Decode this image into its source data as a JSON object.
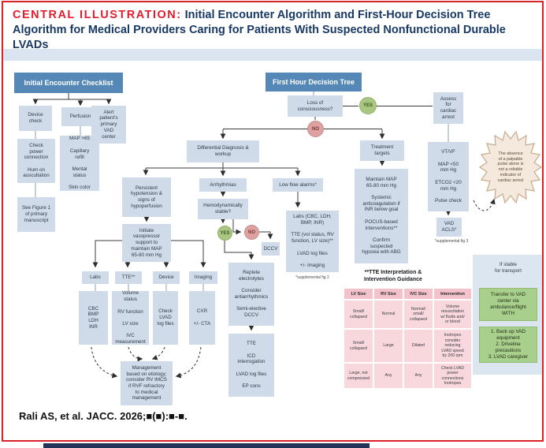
{
  "title": {
    "prefix": "CENTRAL ILLUSTRATION:",
    "text": "Initial Encounter Algorithm and First-Hour Decision Tree Algorithm for Medical Providers Caring for Patients With Suspected Nonfunctional Durable LVADs"
  },
  "checklist": {
    "header": "Initial Encounter Checklist",
    "device": "Device\ncheck",
    "perfusion": "Perfusion",
    "alert": "Alert\npatient's\nprimary\nVAD\ncenter",
    "device_details": "Check\npower\nconnection\n\nHum on\nauscultation",
    "see_figure": "See Figure 1\nof primary\nmanuscript",
    "perfusion_details": "MAP >65\n\nCapillary\nrefill\n\nMental\nstatus\n\nSkin color"
  },
  "decision_tree": {
    "header": "First Hour Decision Tree",
    "loss_of_consciousness": "Loss of\nconsciousness?",
    "yes": "YES",
    "no": "NO",
    "differential": "Differential Diagnosis &\nworkup",
    "treatment_targets": "Treatment\ntargets",
    "treatment_details": "Maintain MAP\n65-80 mm Hg\n\nSystemic\nanticoagulation if\nINR below goal\n\nPOCUS-based\ninterventions**\n\nConfirm\nsuspected\nhypoxia with ABG",
    "assess_arrest": "Assess\nfor\ncardiac\narrest",
    "arrest_details": "VT/VF\n\nMAP <50\nmm Hg\n\nETCO2 <20\nmm Hg\n\nPulse check",
    "vad_acls": "VAD\nACLS*",
    "supplemental3": "*supplemental fig 3",
    "starburst": "The absence\nof a palpable\npulse alone is\nnot a reliable\nindicator of\ncardiac arrest",
    "persistent_hypotension": "Persistent\nhypotension &\nsigns of\nhypoperfusion",
    "arrhythmias": "Arrhythmias",
    "hemo_stable": "Hemodynamically\nstable?",
    "dccv": "DCCV",
    "low_flow": "Low flow alarms*",
    "low_flow_details": "Labs (CBC, LDH,\nBMP, INR)\n\nTTE (vol status, RV\nfunction, LV size)**\n\nLVAD log files\n\n+/- imaging",
    "supplemental2": "*supplemental fig 2",
    "replete": "Replete\nelectrolytes\n\nConsider\nantiarrhythmics\n\nSemi-elective\nDCCV",
    "ep_details": "TTE\n\nICD\ninterrogation\n\nLVAD log files\n\nEP cons",
    "initiate_vasopressor": "Initiate\nvasopressor\nsupport to\nmaintain MAP\n65-80 mm Hg",
    "labs": "Labs",
    "tte": "TTE**",
    "device": "Device",
    "imaging": "Imaging",
    "labs_details": "CBC\nBMP\nLDH\nINR",
    "tte_details": "Volume\nstatus\n\nRV function\n\nLV size\n\nIVC\nmeasurement",
    "device_details": "Check\nLVAD\nlog files",
    "imaging_details": "CXR\n\n+/- CTA",
    "management": "Management\nbased on etiology;\nconsider RV tMCS\nif RVF refractory\nto medical\nmanagement"
  },
  "tte_table": {
    "title": "**TTE Interpretation &\nIntervention Guidance",
    "headers": [
      "LV Size",
      "RV Size",
      "IVC Size",
      "Intervention"
    ],
    "rows": [
      [
        "Small/\ncollapsed",
        "Normal",
        "Normal/\nsmall/\ncollapsed",
        "Volume\nresuscitation\nw/ fluids and/\nor blood"
      ],
      [
        "Small/\ncollapsed",
        "Large",
        "Dilated",
        "Inotropes\nconsider\nreducing\nLVAD speed\nby 200 rpm"
      ],
      [
        "Large, not\ncompressed",
        "Any",
        "Any",
        "Check LVAD\npower\nconnections\nInotropes"
      ]
    ]
  },
  "transport": {
    "label": "If stable\nfor transport",
    "transfer": "Transfer to VAD\ncenter via\nambulance/flight\nWITH",
    "items": "1. Back up VAD\nequipment\n2. Driveline\nprecautions\n3. LVAD caregiver"
  },
  "citation": "Rali AS, et al. JACC. 2026;■(■):■-■.",
  "colors": {
    "border_red": "#d8232a",
    "title_red": "#e01e2e",
    "title_navy": "#1a3a66",
    "header_blue": "#5588b6",
    "box_blue": "#cfdbe9",
    "yes_green": "#a9c783",
    "no_pink": "#dda1a1",
    "table_pink": "#f8d7dd",
    "transfer_green": "#a9cf8c",
    "starburst_tan": "#f4e9dc"
  }
}
